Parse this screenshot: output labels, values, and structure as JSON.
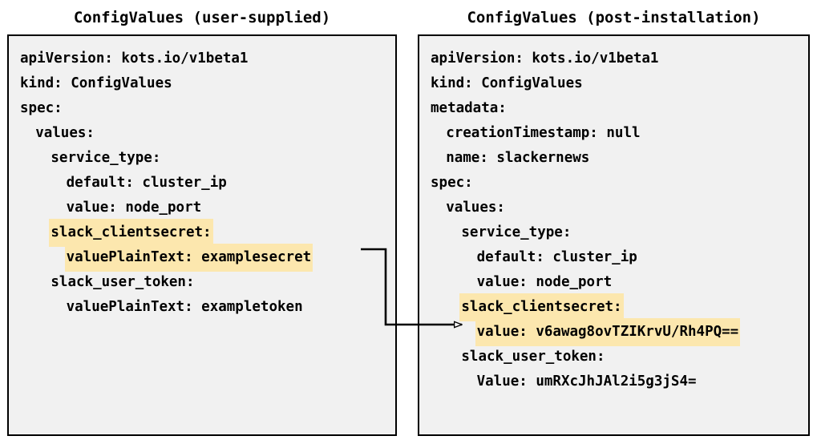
{
  "panels": {
    "left": {
      "title": "ConfigValues (user-supplied)",
      "lines": [
        {
          "text": "apiVersion: kots.io/v1beta1",
          "indent": 0,
          "highlight": false
        },
        {
          "text": "kind: ConfigValues",
          "indent": 0,
          "highlight": false
        },
        {
          "text": "spec:",
          "indent": 0,
          "highlight": false
        },
        {
          "text": "values:",
          "indent": 1,
          "highlight": false
        },
        {
          "text": "service_type:",
          "indent": 2,
          "highlight": false
        },
        {
          "text": "default: cluster_ip",
          "indent": 3,
          "highlight": false
        },
        {
          "text": "value: node_port",
          "indent": 3,
          "highlight": false
        },
        {
          "text": "slack_clientsecret:",
          "indent": 2,
          "highlight": true
        },
        {
          "text": "valuePlainText: examplesecret",
          "indent": 3,
          "highlight": true
        },
        {
          "text": "slack_user_token:",
          "indent": 2,
          "highlight": false
        },
        {
          "text": "valuePlainText: exampletoken",
          "indent": 3,
          "highlight": false
        }
      ]
    },
    "right": {
      "title": "ConfigValues (post-installation)",
      "lines": [
        {
          "text": "apiVersion: kots.io/v1beta1",
          "indent": 0,
          "highlight": false
        },
        {
          "text": "kind: ConfigValues",
          "indent": 0,
          "highlight": false
        },
        {
          "text": "metadata:",
          "indent": 0,
          "highlight": false
        },
        {
          "text": "creationTimestamp: null",
          "indent": 1,
          "highlight": false
        },
        {
          "text": "name: slackernews",
          "indent": 1,
          "highlight": false
        },
        {
          "text": "spec:",
          "indent": 0,
          "highlight": false
        },
        {
          "text": "values:",
          "indent": 1,
          "highlight": false
        },
        {
          "text": "service_type:",
          "indent": 2,
          "highlight": false
        },
        {
          "text": "default: cluster_ip",
          "indent": 3,
          "highlight": false
        },
        {
          "text": "value: node_port",
          "indent": 3,
          "highlight": false
        },
        {
          "text": "slack_clientsecret:",
          "indent": 2,
          "highlight": true
        },
        {
          "text": "value: v6awag8ovTZIKrvU/Rh4PQ==",
          "indent": 3,
          "highlight": true
        },
        {
          "text": "slack_user_token:",
          "indent": 2,
          "highlight": false
        },
        {
          "text": "Value: umRXcJhJAl2i5g3jS4=",
          "indent": 3,
          "highlight": false
        }
      ]
    }
  },
  "connector": {
    "label": "transformation-arrow",
    "from_line": "valuePlainText: examplesecret",
    "to_line": "value: v6awag8ovTZIKrvU/Rh4PQ=="
  },
  "colors": {
    "highlight": "#fce7ae",
    "box_background": "#f1f1f1",
    "border": "#000000",
    "text": "#000000",
    "page_background": "#ffffff"
  }
}
